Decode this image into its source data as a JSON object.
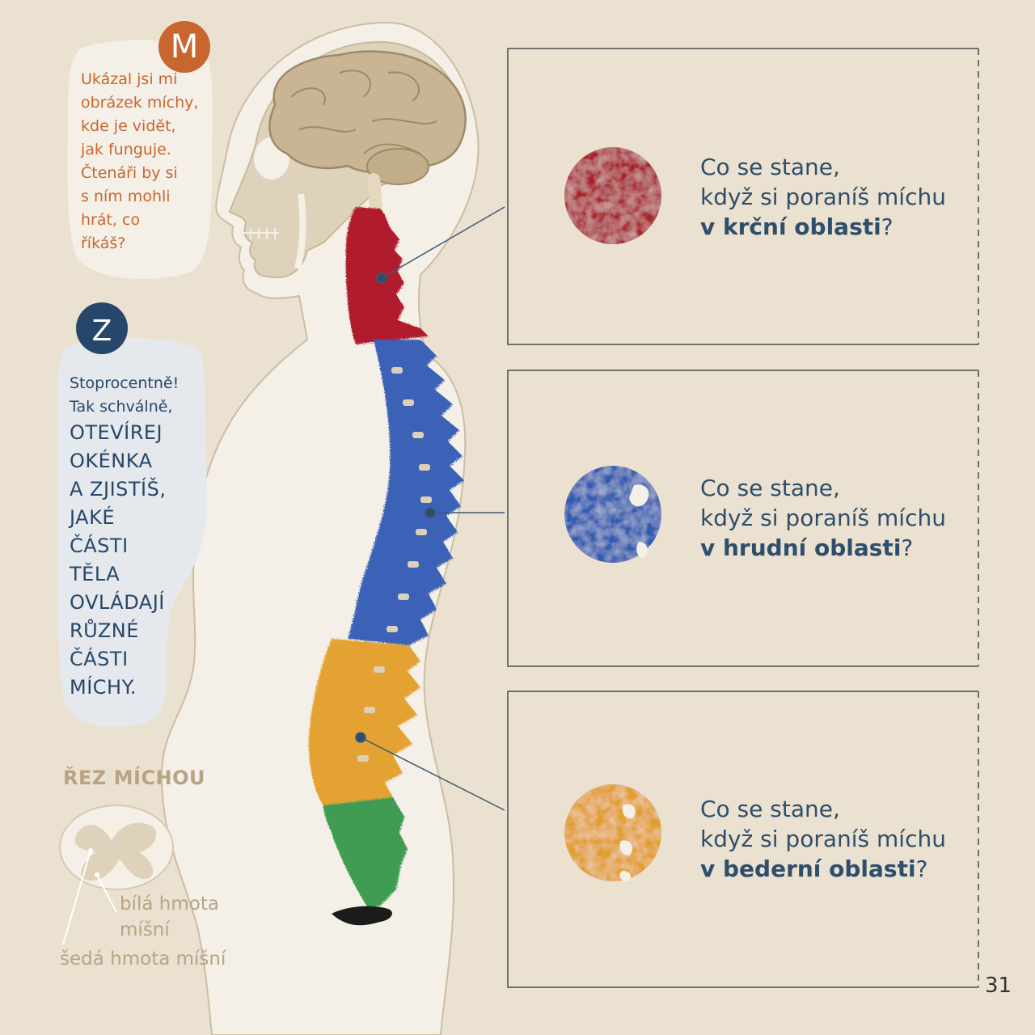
{
  "dialogue": {
    "m": {
      "letter": "M",
      "lines": [
        "Ukázal jsi mi",
        "obrázek míchy,",
        "kde je vidět,",
        "jak funguje.",
        "Čtenáři by si",
        "s ním mohli",
        "hrát, co",
        "říkáš?"
      ]
    },
    "z": {
      "letter": "Z",
      "intro_lines": [
        "Stoprocentně!",
        "Tak schválně,"
      ],
      "caps_lines": [
        "OTEVÍREJ",
        "OKÉNKA",
        "A ZJISTÍŠ,",
        "JAKÉ",
        "ČÁSTI",
        "TĚLA",
        "OVLÁDAJÍ",
        "RŮZNÉ",
        "ČÁSTI",
        "MÍCHY."
      ]
    }
  },
  "cross_section": {
    "title": "ŘEZ MÍCHOU",
    "white_matter_lines": [
      "bílá hmota",
      "míšní"
    ],
    "grey_matter": "šedá hmota míšní"
  },
  "windows": [
    {
      "line1": "Co se stane,",
      "line2": "když si poraníš míchu",
      "region": "v krční oblasti",
      "suffix": "?",
      "color": "#a8202a"
    },
    {
      "line1": "Co se stane,",
      "line2": "když si poraníš míchu",
      "region": "v hrudní oblasti",
      "suffix": "?",
      "color": "#2f5bb0"
    },
    {
      "line1": "Co se stane,",
      "line2": "když si poraníš míchu",
      "region": "v bederní oblasti",
      "suffix": "?",
      "color": "#e29e2c"
    }
  ],
  "spine_colors": {
    "cervical": "#b01d2e",
    "thoracic": "#3b62b6",
    "lumbar": "#e4a230",
    "sacral": "#3f9b52",
    "coccyx": "#1b1b1b"
  },
  "page_number": "31"
}
